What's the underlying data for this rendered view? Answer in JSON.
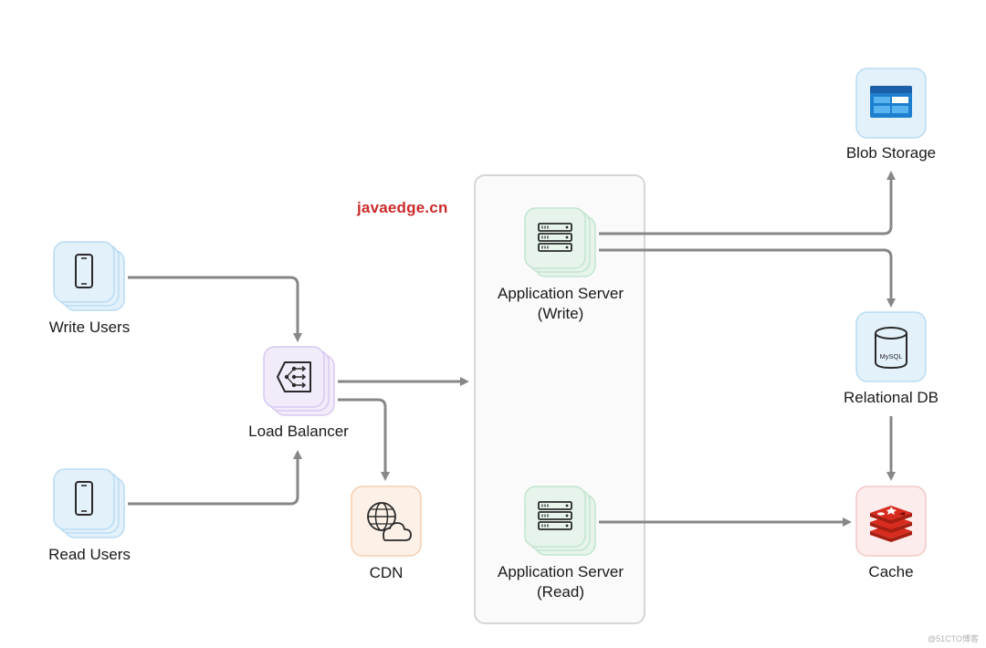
{
  "watermark": "javaedge.cn",
  "corner_mark": "@51CTO博客",
  "nodes": {
    "write_users": {
      "label": "Write Users",
      "icon": "mobile-phone-icon"
    },
    "read_users": {
      "label": "Read Users",
      "icon": "mobile-phone-icon"
    },
    "load_balancer": {
      "label": "Load Balancer",
      "icon": "load-balancer-icon"
    },
    "cdn": {
      "label": "CDN",
      "icon": "globe-cloud-icon"
    },
    "app_write": {
      "label_line1": "Application Server",
      "label_line2": "(Write)",
      "icon": "server-rack-icon"
    },
    "app_read": {
      "label_line1": "Application Server",
      "label_line2": "(Read)",
      "icon": "server-rack-icon"
    },
    "blob": {
      "label": "Blob Storage",
      "icon": "blob-storage-icon"
    },
    "db": {
      "label": "Relational DB",
      "icon": "database-icon",
      "icon_text": "MySQL"
    },
    "cache": {
      "label": "Cache",
      "icon": "redis-stack-icon"
    }
  },
  "colors": {
    "arrow": "#878787",
    "blue_tile": "#e3f1fb",
    "blue_border": "#b9dcf3",
    "purple_tile": "#f1ebfa",
    "purple_border": "#d9c9f0",
    "green_tile": "#e6f4ec",
    "green_border": "#c3e4d0",
    "orange_tile": "#fdf0e6",
    "orange_border": "#f3cfb2",
    "red_tile": "#fcecec",
    "red_border": "#f2c8c8",
    "watermark": "#cc2a2a"
  }
}
